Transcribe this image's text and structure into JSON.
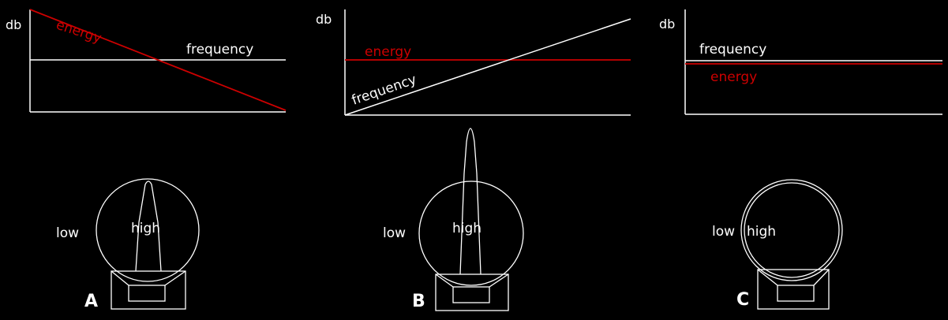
{
  "colors": {
    "background": "#000000",
    "foreground": "#ffffff",
    "energy": "#cc0000"
  },
  "panels": [
    {
      "id": "A",
      "letter": "A",
      "graph": {
        "ylabel": "db",
        "frequency_label": "frequency",
        "energy_label": "energy",
        "frequency_trend": "flat",
        "energy_trend": "falling"
      },
      "speaker": {
        "low_label": "low",
        "high_label": "high",
        "beam": "narrowing"
      }
    },
    {
      "id": "B",
      "letter": "B",
      "graph": {
        "ylabel": "db",
        "frequency_label": "frequency",
        "energy_label": "energy",
        "frequency_trend": "rising",
        "energy_trend": "flat"
      },
      "speaker": {
        "low_label": "low",
        "high_label": "high",
        "beam": "very narrow, extended"
      }
    },
    {
      "id": "C",
      "letter": "C",
      "graph": {
        "ylabel": "db",
        "frequency_label": "frequency",
        "energy_label": "energy",
        "frequency_trend": "flat",
        "energy_trend": "flat"
      },
      "speaker": {
        "low_label": "low",
        "high_label": "high",
        "beam": "same as low (uniform dispersion)"
      }
    }
  ]
}
